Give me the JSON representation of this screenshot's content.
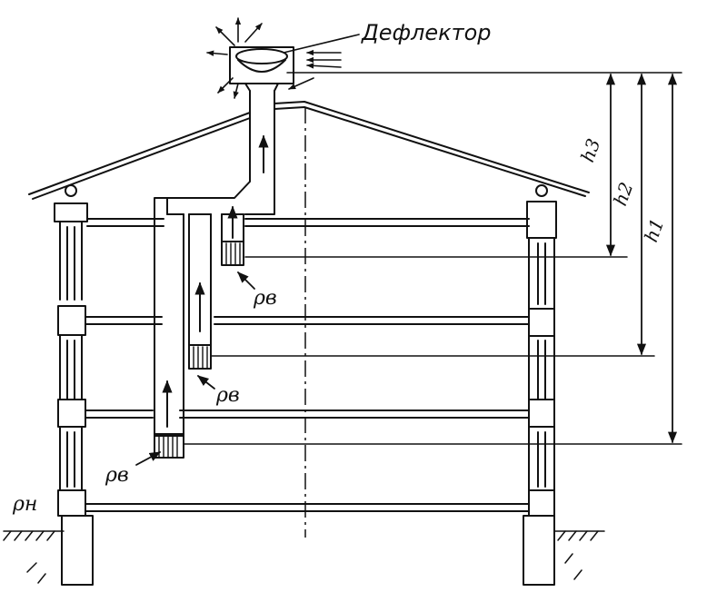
{
  "labels": {
    "deflector": "Дефлектор",
    "rho_v": "ρв",
    "rho_n": "ρн",
    "h1": "h1",
    "h2": "h2",
    "h3": "h3"
  },
  "colors": {
    "ink": "#111111",
    "background": "#ffffff"
  }
}
